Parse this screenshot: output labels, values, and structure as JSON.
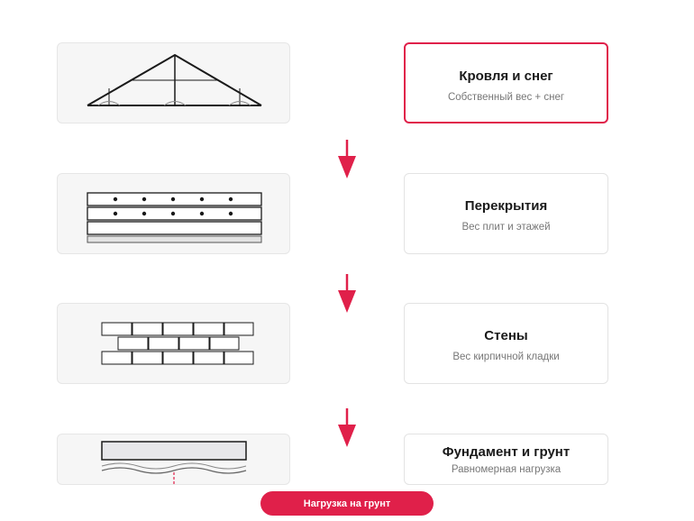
{
  "accent_color": "#e0204a",
  "layers": [
    {
      "icon": "roof-truss-icon",
      "title": "Кровля и снег",
      "subtitle": "Собственный вес + снег",
      "active": true
    },
    {
      "icon": "floor-slabs-icon",
      "title": "Перекрытия",
      "subtitle": "Вес плит и этажей",
      "active": false
    },
    {
      "icon": "brick-wall-icon",
      "title": "Стены",
      "subtitle": "Вес кирпичной кладки",
      "active": false
    },
    {
      "icon": "foundation-soil-icon",
      "title": "Фундамент и грунт",
      "subtitle": "Равномерная нагрузка",
      "active": false
    }
  ],
  "ground_load_label": "Нагрузка на грунт"
}
